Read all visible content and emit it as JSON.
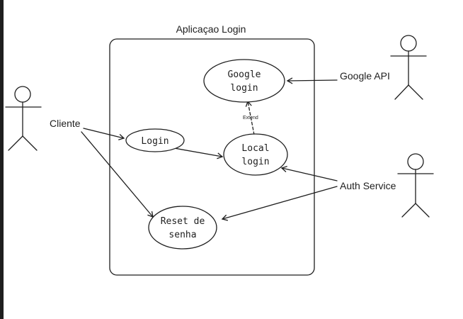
{
  "diagram": {
    "system_title": "Aplicaçao Login",
    "actors": {
      "cliente": "Cliente",
      "google_api": "Google API",
      "auth_service": "Auth Service"
    },
    "use_cases": {
      "login": "Login",
      "google_login_line1": "Google",
      "google_login_line2": "login",
      "local_login_line1": "Local",
      "local_login_line2": "login",
      "reset_line1": "Reset de",
      "reset_line2": "senha"
    },
    "relation_extend": "Extend"
  },
  "colors": {
    "ink": "#1e1e1e",
    "background": "#ffffff"
  }
}
